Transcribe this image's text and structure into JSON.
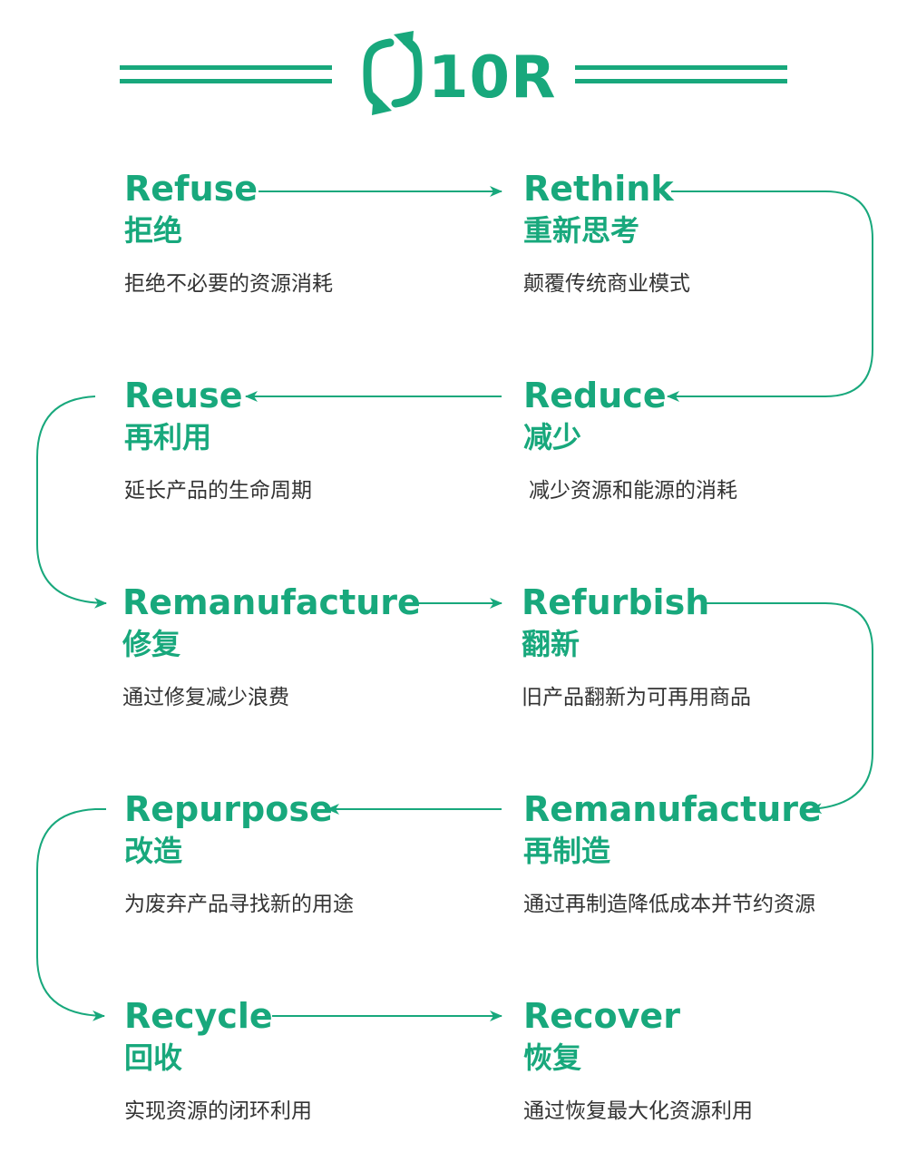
{
  "header": {
    "title": "10R"
  },
  "colors": {
    "accent": "#18a87c",
    "text": "#333333"
  },
  "steps": [
    {
      "en": "Refuse",
      "zh": "拒绝",
      "desc": "拒绝不必要的资源消耗"
    },
    {
      "en": "Rethink",
      "zh": "重新思考",
      "desc": "颠覆传统商业模式"
    },
    {
      "en": "Reduce",
      "zh": "减少",
      "desc": "减少资源和能源的消耗"
    },
    {
      "en": "Reuse",
      "zh": "再利用",
      "desc": "延长产品的生命周期"
    },
    {
      "en": "Remanufacture",
      "zh": "修复",
      "desc": "通过修复减少浪费"
    },
    {
      "en": "Refurbish",
      "zh": "翻新",
      "desc": "旧产品翻新为可再用商品"
    },
    {
      "en": "Remanufacture",
      "zh": "再制造",
      "desc": "通过再制造降低成本并节约资源"
    },
    {
      "en": "Repurpose",
      "zh": "改造",
      "desc": "为废弃产品寻找新的用途"
    },
    {
      "en": "Recycle",
      "zh": "回收",
      "desc": "实现资源的闭环利用"
    },
    {
      "en": "Recover",
      "zh": "恢复",
      "desc": "通过恢复最大化资源利用"
    }
  ]
}
